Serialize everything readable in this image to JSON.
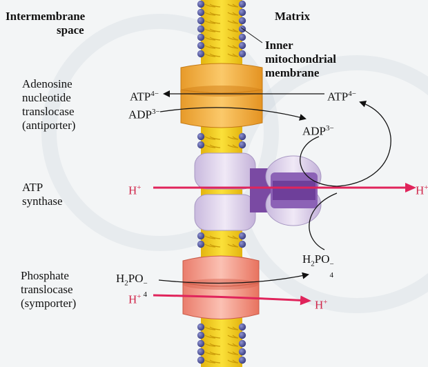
{
  "regions": {
    "intermembrane": [
      "Intermembrane",
      "space"
    ],
    "matrix": "Matrix",
    "membrane": [
      "Inner",
      "mitochondrial",
      "membrane"
    ]
  },
  "proteins": {
    "ant": [
      "Adenosine",
      "nucleotide",
      "translocase",
      "(antiporter)"
    ],
    "synthase": [
      "ATP",
      "synthase"
    ],
    "phosphate": [
      "Phosphate",
      "translocase",
      "(symporter)"
    ]
  },
  "molecules": {
    "atp_left": {
      "base": "ATP",
      "sup": "4−"
    },
    "atp_right": {
      "base": "ATP",
      "sup": "4−"
    },
    "adp_left": {
      "base": "ADP",
      "sup": "3−"
    },
    "adp_right": {
      "base": "ADP",
      "sup": "3−"
    },
    "h_left": "H",
    "h_right": "H",
    "h_sup": "+",
    "pi_left": {
      "a": "H",
      "b": "2",
      "c": "PO",
      "sub": "4",
      "sup": "−"
    },
    "pi_right": {
      "a": "H",
      "b": "2",
      "c": "PO",
      "sub": "4",
      "sup": "−"
    },
    "h_sym_left": "H",
    "h_sym_right": "H"
  },
  "colors": {
    "membrane_gold": "#f4d21c",
    "head_purple": "#4c4f95",
    "ant_orange": "#f2ad3f",
    "synthase_lavender": "#d9cde8",
    "stalk_purple": "#7a4aa3",
    "phosphate_salmon": "#ef9282",
    "proton_red": "#e0245b"
  }
}
